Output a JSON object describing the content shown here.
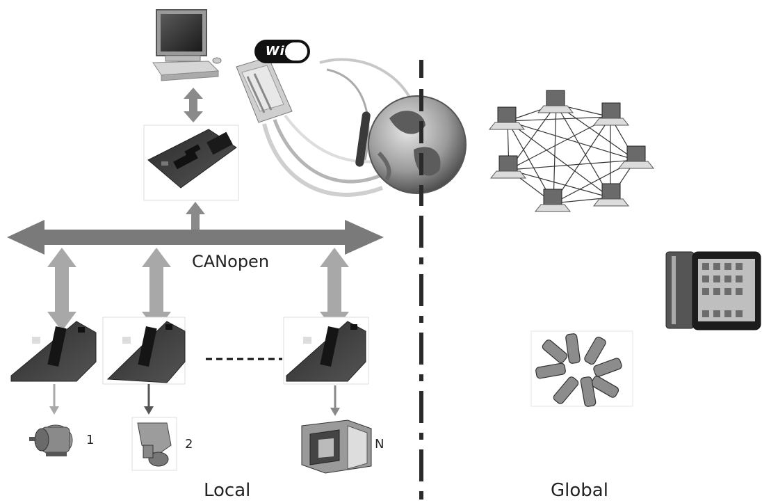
{
  "bus": {
    "label": "CANopen"
  },
  "scope": {
    "local": "Local",
    "global": "Global"
  },
  "nodes": [
    {
      "number": "1",
      "device": "electric motor"
    },
    {
      "number": "2",
      "device": "valve actuator"
    },
    {
      "number": "N",
      "device": "oven"
    }
  ],
  "wifi": {
    "text": "WiFi"
  },
  "colors": {
    "bus_arrow": "#7a7a7a",
    "node_arrow": "#a8a8a8",
    "board": "#3c3c3c",
    "divider": "#2a2a2a"
  }
}
